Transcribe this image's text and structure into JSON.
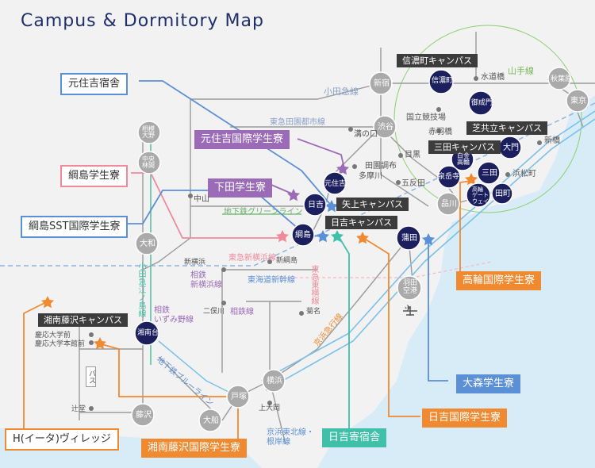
{
  "title": "Campus & Dormitory Map",
  "colors": {
    "blue_dorm": "#5b8fd6",
    "pink_dorm": "#f08a9b",
    "purple_dorm": "#9b6bb8",
    "orange_dorm": "#f08a30",
    "teal_dorm": "#40c0a8",
    "navy_station": "#1b1f5e",
    "gray_station": "#aaaaaa",
    "yamanote": "#8ad06a",
    "water": "#d8ecf8"
  },
  "dorms": {
    "motosumiyoshi": "元住吉宿舎",
    "motosumiyoshi_intl": "元住吉国際学生寮",
    "tsunashima": "綱島学生寮",
    "shimoda": "下田学生寮",
    "tsunashima_sst": "綱島SST国際学生寮",
    "takanawa_intl": "高輪国際学生寮",
    "omori": "大森学生寮",
    "hiyoshi_intl": "日吉国際学生寮",
    "hiyoshi_kishuku": "日吉寄宿舎",
    "shonan_intl": "湘南藤沢国際学生寮",
    "h_village": "H(イータ)ヴィレッジ"
  },
  "campuses": {
    "shinanomachi": "信濃町キャンパス",
    "shiba_kyoritsu": "芝共立キャンパス",
    "mita": "三田キャンパス",
    "yagami": "矢上キャンパス",
    "hiyoshi": "日吉キャンパス",
    "shonan": "湘南藤沢キャンパス"
  },
  "navy_stations": {
    "shinanomachi": "信濃町",
    "onarimon": "御成門",
    "daimon": "大門",
    "shirokane": "白金\n高輪",
    "sengakuji": "泉岳寺",
    "mita": "三田",
    "takanawa_gw": "高輪\nゲート\nウェイ",
    "tamachi": "田町",
    "motosumiyoshi": "元住吉",
    "hiyoshi": "日吉",
    "tsunashima": "綱島",
    "kamata": "蒲田",
    "shonandai": "湘南台"
  },
  "gray_stations": {
    "shinjuku": "新宿",
    "akihabara": "秋葉原",
    "tokyo": "東京",
    "shibuya": "渋谷",
    "shinagawa": "品川",
    "haneda": "羽田\n空港",
    "yokohama": "横浜",
    "totsuka": "戸塚",
    "ofuna": "大船",
    "fujisawa": "藤沢",
    "yamato": "大和",
    "chuo_rinkan": "中央\n林間",
    "sagami_ono": "相模\n大野",
    "naka_yama": "中山"
  },
  "small_labels": {
    "odakyu": "小田急線",
    "yamanote": "山手線",
    "suidobashi": "水道橋",
    "kokuritsu": "国立競技場",
    "akabanebashi": "赤羽橋",
    "shinbashi": "新橋",
    "hamamatsucho": "浜松町",
    "meguro": "目黒",
    "gotanda": "五反田",
    "denenchofu": "田園調布",
    "tamagawa": "多摩川",
    "mizonokuchi": "溝の口",
    "toyoko": "東急田園都市線",
    "green_line": "地下鉄グリーンライン",
    "shin_yoko_line": "東急新横浜線",
    "tokaido_shinkansen": "東海道新幹線",
    "shin_tsunashima": "新綱島",
    "shin_yokohama": "新横浜",
    "sotetsu_shin_yokohama": "相鉄\n新横浜線",
    "sotetsu_izumino": "相鉄\nいずみ野線",
    "futamata": "二俣川",
    "sotetsu": "相鉄線",
    "kikuna": "菊名",
    "toyoko_line": "東急東横線",
    "keikyu": "京浜急行線",
    "blue_line": "地下鉄ブルーライン",
    "keihin_tohoku": "京浜東北線・\n根岸線",
    "kamiooka": "上大岡",
    "odakyu_enoshima": "小田急江ノ島線",
    "keio_daigakumae": "慶応大学前",
    "keio_honkanmae": "慶応大学本館前",
    "bus": "バス",
    "tsujido": "辻堂"
  }
}
